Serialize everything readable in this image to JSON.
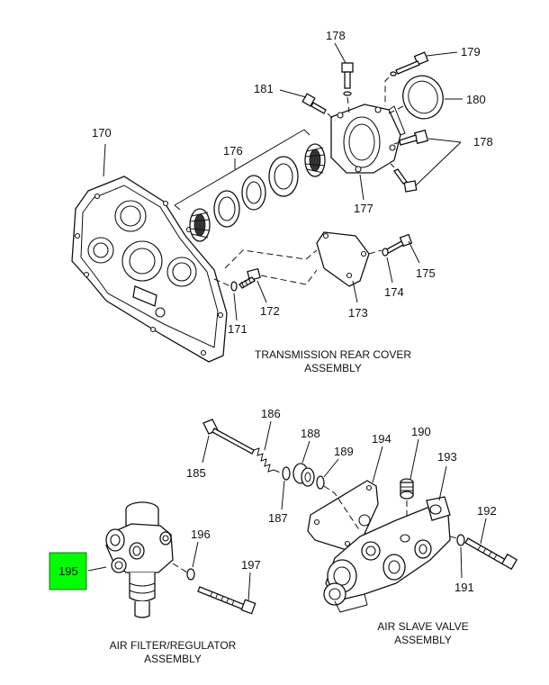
{
  "colors": {
    "highlight": "#00ff00",
    "line": "#111111",
    "background": "#ffffff"
  },
  "highlighted_part": "195",
  "callouts": {
    "c170": "170",
    "c171": "171",
    "c172": "172",
    "c173": "173",
    "c174": "174",
    "c175": "175",
    "c176": "176",
    "c177": "177",
    "c178a": "178",
    "c178b": "178",
    "c179": "179",
    "c180": "180",
    "c181": "181",
    "c185": "185",
    "c186": "186",
    "c187": "187",
    "c188": "188",
    "c189": "189",
    "c190": "190",
    "c191": "191",
    "c192": "192",
    "c193": "193",
    "c194": "194",
    "c195": "195",
    "c196": "196",
    "c197": "197"
  },
  "captions": {
    "rear_cover_1": "TRANSMISSION REAR COVER",
    "rear_cover_2": "ASSEMBLY",
    "air_slave_1": "AIR SLAVE VALVE",
    "air_slave_2": "ASSEMBLY",
    "air_filter_1": "AIR FILTER/REGULATOR",
    "air_filter_2": "ASSEMBLY"
  }
}
